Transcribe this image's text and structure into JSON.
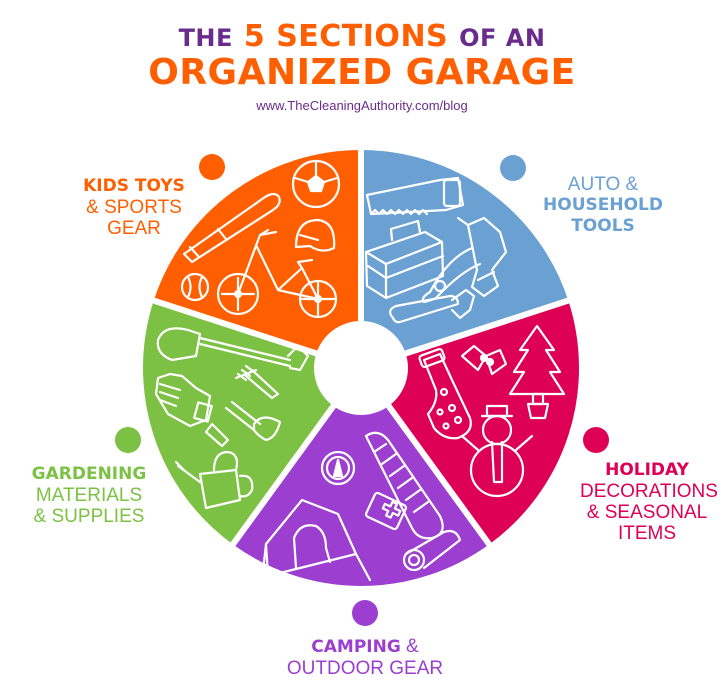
{
  "header": {
    "title_the": "THE",
    "title_highlight": "5 SECTIONS",
    "title_of_an": "OF AN",
    "title_line2": "ORGANIZED GARAGE",
    "url": "www.TheCleaningAuthority.com/blog"
  },
  "colors": {
    "title_purple": "#6a2c8c",
    "title_orange": "#ff5f00",
    "kids": "#ff5f00",
    "auto": "#6aa1d2",
    "holiday": "#dd0055",
    "camping": "#9c3fd0",
    "gardening": "#7cc143"
  },
  "sections": [
    {
      "id": "kids",
      "bold": "KIDS TOYS",
      "line2": "& SPORTS",
      "line3": "GEAR",
      "icons": [
        "soccer-ball-icon",
        "baseball-bat-icon",
        "helmet-icon",
        "bicycle-icon",
        "baseball-icon"
      ]
    },
    {
      "id": "auto",
      "pre": "AUTO &",
      "bold": "HOUSEHOLD",
      "bold2": "TOOLS",
      "icons": [
        "saw-icon",
        "toolbox-icon",
        "drill-icon",
        "pliers-icon",
        "wrench-icon"
      ]
    },
    {
      "id": "holiday",
      "bold": "HOLIDAY",
      "line2": "DECORATIONS",
      "line3": "& SEASONAL",
      "line4": "ITEMS",
      "icons": [
        "stocking-icon",
        "holly-icon",
        "christmas-tree-icon",
        "snowman-icon"
      ]
    },
    {
      "id": "camping",
      "bold": "CAMPING",
      "amp": " &",
      "line2": "OUTDOOR GEAR",
      "icons": [
        "compass-icon",
        "sleeping-bag-icon",
        "first-aid-kit-icon",
        "tent-icon",
        "sleeping-mat-icon"
      ]
    },
    {
      "id": "gardening",
      "bold": "GARDENING",
      "line2": "MATERIALS",
      "line3": "& SUPPLIES",
      "icons": [
        "shovel-icon",
        "gloves-icon",
        "hand-rake-icon",
        "trowel-icon",
        "watering-can-icon"
      ]
    }
  ]
}
